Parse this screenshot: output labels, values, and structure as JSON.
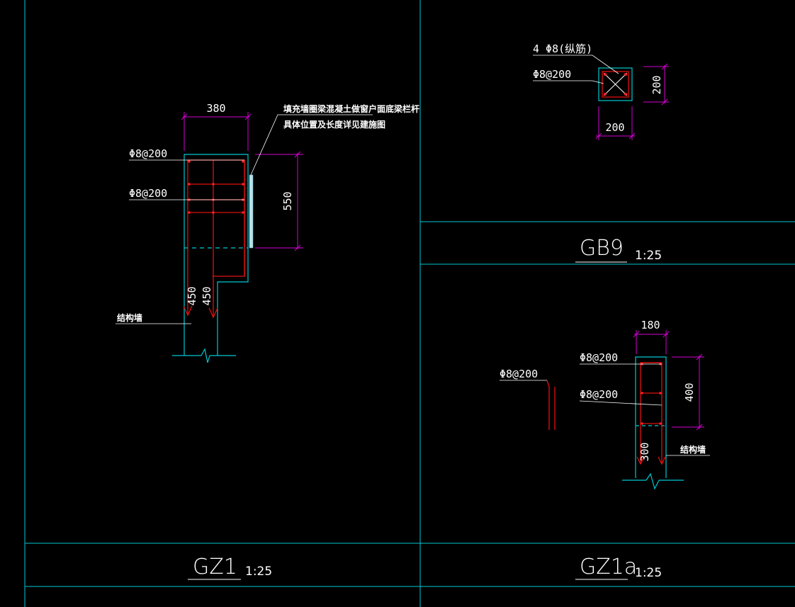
{
  "colors": {
    "background": "#000000",
    "frame": "#00c8d2",
    "dimension": "#d400d4",
    "rebar": "#e01010",
    "text": "#ffffff",
    "accent": "#bfe0e8"
  },
  "gz1": {
    "title": "GZ1",
    "scale": "1:25",
    "dim_width": "380",
    "dim_height": "550",
    "dim_anchor_1": "450",
    "dim_anchor_2": "450",
    "label_stirrup_1": "Φ8@200",
    "label_stirrup_2": "Φ8@200",
    "note_line_1": "填充墙圈梁混凝土做窗户面底梁栏杆",
    "note_line_2": "具体位置及长度详见建施图",
    "label_wall": "结构墙"
  },
  "gb9": {
    "title": "GB9",
    "scale": "1:25",
    "label_longitudinal": "4 Φ8(纵筋)",
    "label_stirrup": "Φ8@200",
    "dim_width": "200",
    "dim_height": "200"
  },
  "gz1a": {
    "title": "GZ1a",
    "scale": "1:25",
    "dim_width": "180",
    "dim_height": "400",
    "dim_anchor": "300",
    "label_stirrup_1": "Φ8@200",
    "label_stirrup_2": "Φ8@200",
    "label_detail": "Φ8@200",
    "label_wall": "结构墙"
  }
}
